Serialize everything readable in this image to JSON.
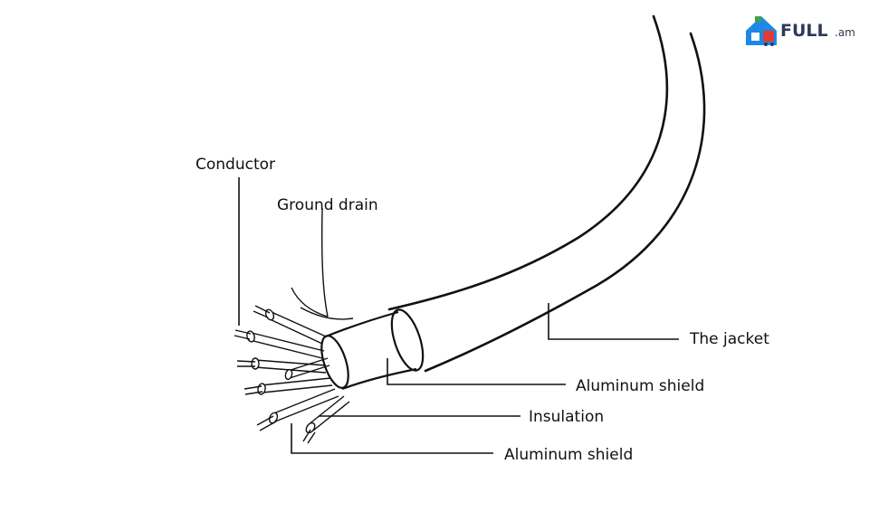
{
  "watermark": {
    "brand": "FULL",
    "domain": ".am",
    "icon": "house-cart-icon",
    "colors": {
      "brand": "#2e3a59",
      "red": "#e53935",
      "green": "#43a047",
      "blue": "#1e88e5"
    }
  },
  "labels": {
    "conductor": "Conductor",
    "ground_drain": "Ground drain",
    "jacket": "The jacket",
    "aluminum_shield_outer": "Aluminum shield",
    "insulation": "Insulation",
    "aluminum_shield_inner": "Aluminum shield"
  }
}
